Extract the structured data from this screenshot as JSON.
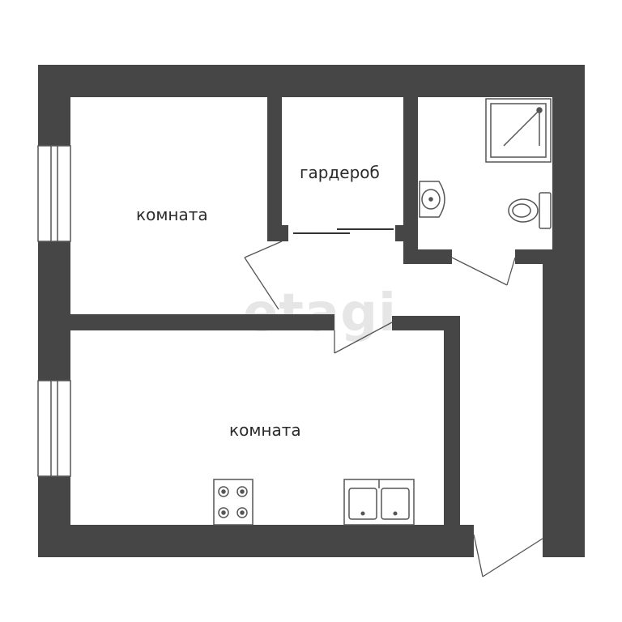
{
  "rooms": {
    "room_top": "комната",
    "wardrobe": "гардероб",
    "room_bottom": "комната"
  },
  "watermark": "etagi",
  "colors": {
    "wall": "#464646",
    "line": "#555555",
    "background": "#ffffff",
    "window": "#ffffff"
  },
  "fixtures": [
    "window-icon",
    "shower-icon",
    "sink-icon",
    "toilet-icon",
    "stove-icon",
    "kitchen-sink-icon",
    "door-swing-icon",
    "sliding-door-icon"
  ]
}
